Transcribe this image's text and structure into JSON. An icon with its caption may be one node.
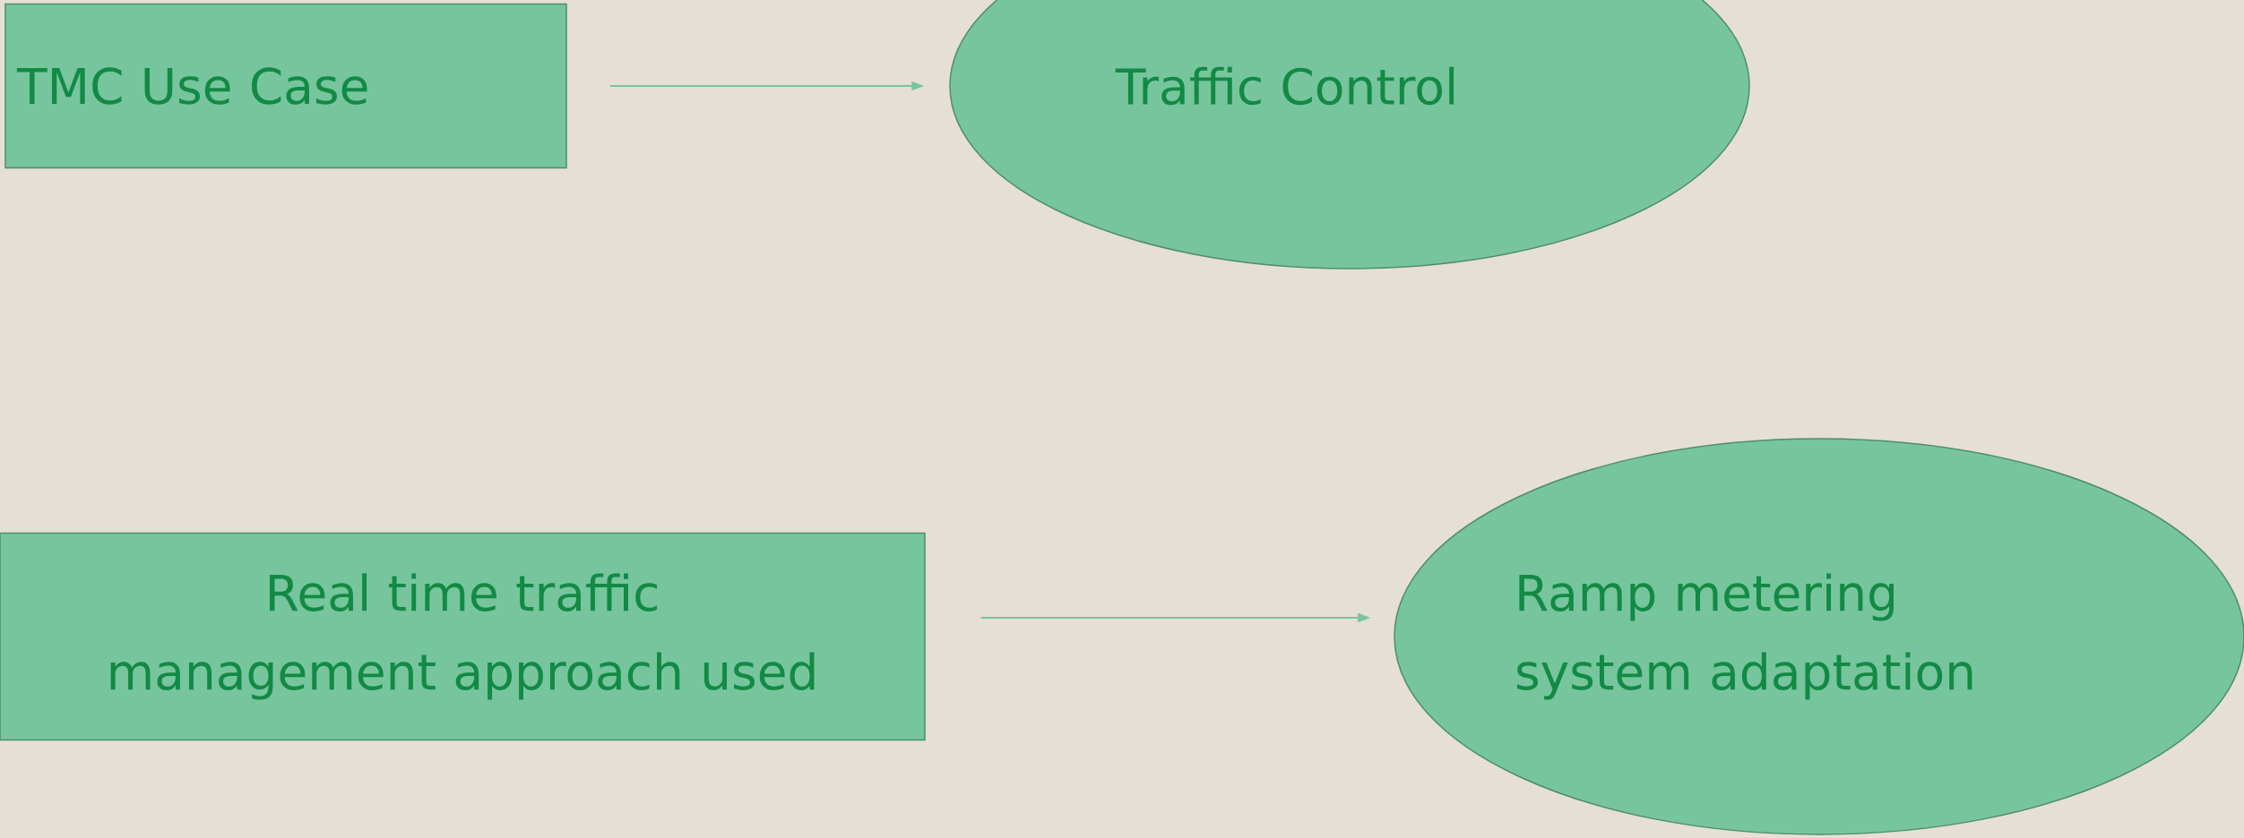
{
  "diagram": {
    "nodes": [
      {
        "text": [
          "TMC Use Case"
        ]
      },
      {
        "text": [
          "Traffic Control"
        ]
      },
      {
        "text": [
          "Real time traffic management approach used"
        ]
      },
      {
        "text": [
          "Ramp metering system adaptation"
        ]
      }
    ],
    "edges": [
      {
        "from": 0,
        "to": 1,
        "arrow": "to"
      },
      {
        "from": 2,
        "to": 3,
        "arrow": "to"
      }
    ]
  }
}
